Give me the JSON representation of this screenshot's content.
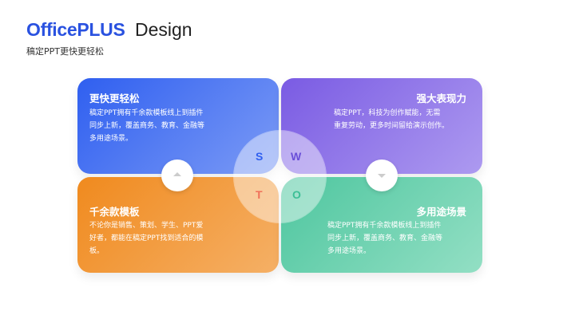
{
  "header": {
    "brand": "OfficePLUS",
    "brand2": "Design",
    "subtitle": "稿定PPT更快更轻松"
  },
  "cards": [
    {
      "title": "更快更轻松",
      "lines": [
        "稿定PPT拥有千余款模板线上到插件",
        "同步上新，覆盖商务、教育、金融等",
        "多用途场景。"
      ]
    },
    {
      "title": "强大表现力",
      "lines": [
        "稿定PPT，科技为创作赋能，无需",
        "重复劳动，更多时间留给演示创作。"
      ]
    },
    {
      "title": "千余款模板",
      "lines": [
        "不论你是销售、策划、学生、PPT爱",
        "好者，都能在稿定PPT找到适合的模",
        "板。"
      ]
    },
    {
      "title": "多用途场景",
      "lines": [
        "稿定PPT拥有千余款模板线上到插件",
        "同步上新，覆盖商务、教育、金融等",
        "多用途场景。"
      ]
    }
  ],
  "swot": {
    "s": "S",
    "w": "W",
    "t": "T",
    "o": "O"
  },
  "colors": {
    "s": "#2f5ff0",
    "w": "#6a4fd8",
    "t": "#f0705a",
    "o": "#3cbf96"
  }
}
